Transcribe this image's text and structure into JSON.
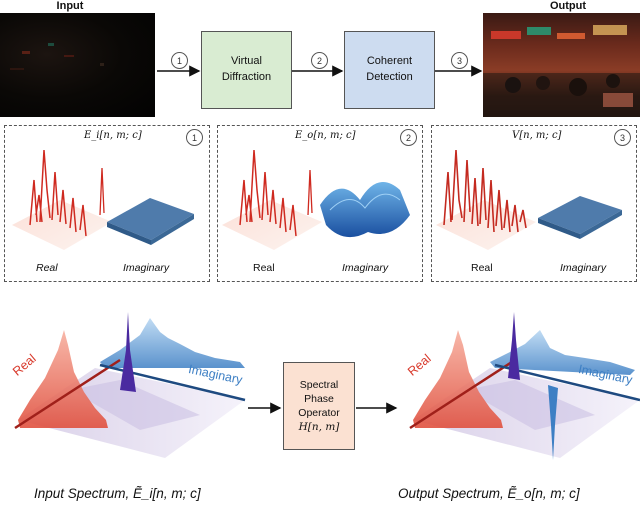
{
  "top": {
    "input_label": "Input",
    "output_label": "Output",
    "steps": [
      {
        "num": "1",
        "label_line1": "Virtual",
        "label_line2": "Diffraction",
        "color": "#d9ecd2"
      },
      {
        "num": "2",
        "label_line1": "Coherent",
        "label_line2": "Detection",
        "color": "#cddcf0"
      },
      {
        "num": "3"
      }
    ]
  },
  "panels": [
    {
      "title": "E_i[n, m; c]",
      "num": "1",
      "real": "Real",
      "imag": "Imaginary"
    },
    {
      "title": "E_o[n, m; c]",
      "num": "2",
      "real": "Real",
      "imag": "Imaginary"
    },
    {
      "title": "V[n, m; c]",
      "num": "3",
      "real": "Real",
      "imag": "Imaginary"
    }
  ],
  "bottom": {
    "real_axis": "Real",
    "imag_axis": "Imaginary",
    "operator_line1": "Spectral",
    "operator_line2": "Phase",
    "operator_line3": "Operator",
    "operator_line4": "H[n, m]",
    "operator_color": "#fbe1d2",
    "input_caption": "Input Spectrum, Ẽ_i[n, m; c]",
    "output_caption": "Output Spectrum, Ẽ_o[n, m; c]"
  },
  "colors": {
    "real": "#d8382a",
    "imag": "#3d7fc4",
    "center": "#4a2aa0",
    "plane": "#4f7bab"
  }
}
